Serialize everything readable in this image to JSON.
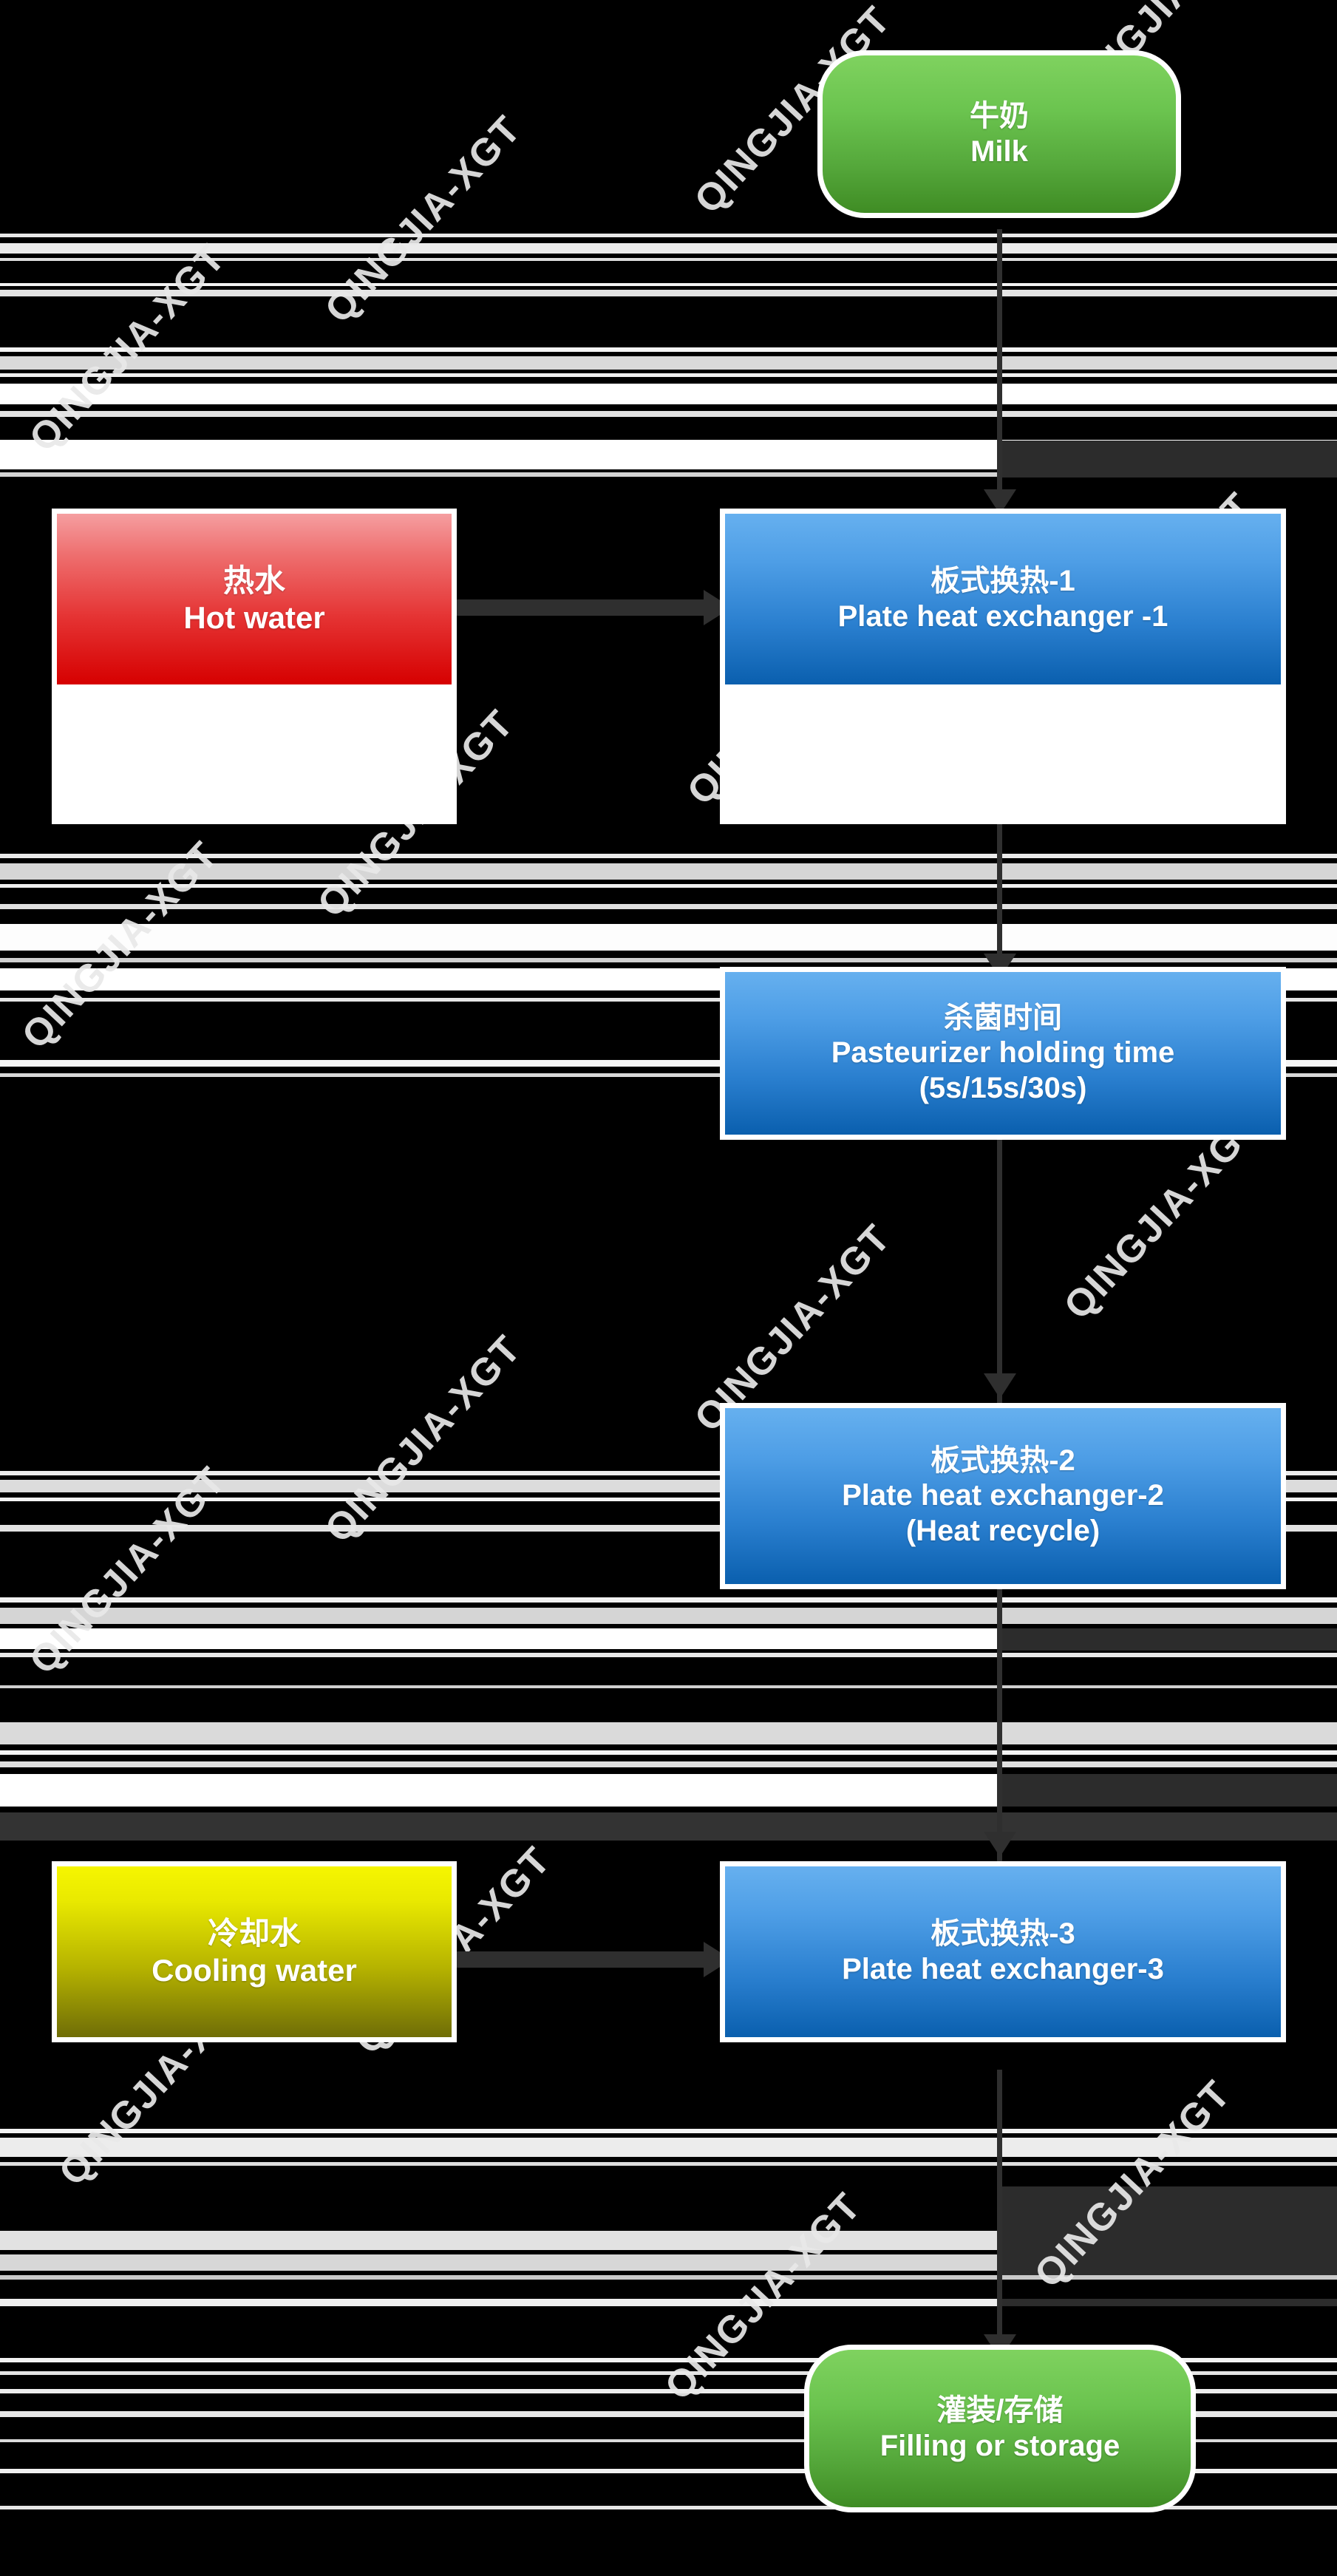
{
  "diagram": {
    "title": "Milk pasteurization process flow",
    "watermark_text": "QINGJIA-XGT",
    "colors": {
      "background": "#000000",
      "node_border": "#ffffff",
      "connector": "#2f2f2f",
      "milk_green": "#55a83b",
      "hot_water_red": "#e53434",
      "cooling_water_yellow": "#b5b200",
      "heat_exchanger_blue": "#2a7fcf"
    },
    "nodes": [
      {
        "id": "milk",
        "shape": "rounded-rectangle",
        "color": "green",
        "lines": [
          "牛奶",
          "Milk"
        ],
        "zh": "牛奶",
        "en": "Milk"
      },
      {
        "id": "hot-water",
        "shape": "rectangle",
        "color": "red",
        "lines": [
          "热水",
          "Hot water"
        ],
        "zh": "热水",
        "en": "Hot water"
      },
      {
        "id": "plate-heat-exchanger-1",
        "shape": "rectangle",
        "color": "blue",
        "lines": [
          "板式换热-1",
          "Plate heat exchanger -1"
        ],
        "zh": "板式换热-1",
        "en": "Plate heat exchanger -1"
      },
      {
        "id": "pasteurizer-holding-time",
        "shape": "rectangle",
        "color": "blue",
        "lines": [
          "杀菌时间",
          "Pasteurizer holding time",
          "(5s/15s/30s)"
        ],
        "zh": "杀菌时间",
        "en": "Pasteurizer holding time",
        "detail": "(5s/15s/30s)"
      },
      {
        "id": "plate-heat-exchanger-2",
        "shape": "rectangle",
        "color": "blue",
        "lines": [
          "板式换热-2",
          "Plate heat exchanger-2",
          "(Heat recycle)"
        ],
        "zh": "板式换热-2",
        "en": "Plate heat exchanger-2",
        "detail": "(Heat recycle)"
      },
      {
        "id": "cooling-water",
        "shape": "rectangle",
        "color": "yellow",
        "lines": [
          "冷却水",
          "Cooling water"
        ],
        "zh": "冷却水",
        "en": "Cooling water"
      },
      {
        "id": "plate-heat-exchanger-3",
        "shape": "rectangle",
        "color": "blue",
        "lines": [
          "板式换热-3",
          "Plate heat exchanger-3"
        ],
        "zh": "板式换热-3",
        "en": "Plate heat exchanger-3"
      },
      {
        "id": "filling-or-storage",
        "shape": "rounded-rectangle",
        "color": "green",
        "lines": [
          "灌装/存储",
          "Filling or storage"
        ],
        "zh": "灌装/存储",
        "en": "Filling or storage"
      }
    ],
    "edges": [
      {
        "from": "milk",
        "to": "plate-heat-exchanger-1",
        "direction": "down"
      },
      {
        "from": "hot-water",
        "to": "plate-heat-exchanger-1",
        "direction": "right"
      },
      {
        "from": "plate-heat-exchanger-1",
        "to": "pasteurizer-holding-time",
        "direction": "down"
      },
      {
        "from": "pasteurizer-holding-time",
        "to": "plate-heat-exchanger-2",
        "direction": "down"
      },
      {
        "from": "plate-heat-exchanger-2",
        "to": "plate-heat-exchanger-3",
        "direction": "down"
      },
      {
        "from": "cooling-water",
        "to": "plate-heat-exchanger-3",
        "direction": "right"
      },
      {
        "from": "plate-heat-exchanger-3",
        "to": "filling-or-storage",
        "direction": "down"
      }
    ]
  }
}
